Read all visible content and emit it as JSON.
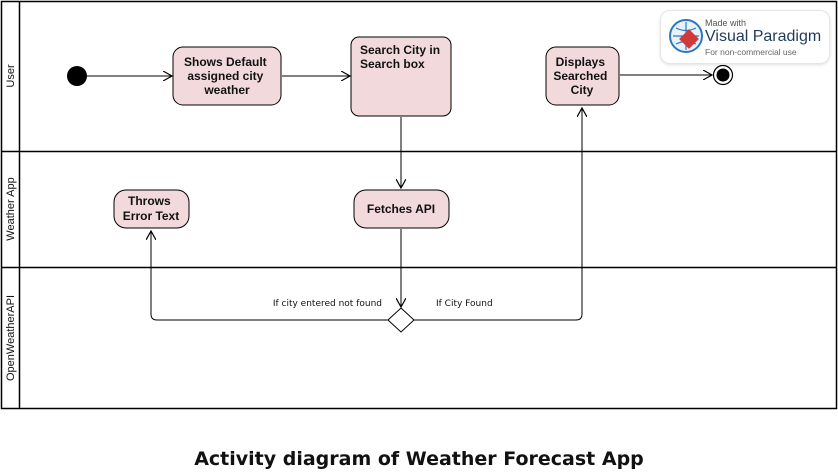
{
  "lanes": [
    "User",
    "Weather App",
    "OpenWeatherAPI"
  ],
  "nodes": {
    "default_weather": [
      "Shows Default",
      "assigned city",
      "weather"
    ],
    "search_city": [
      "Search City in",
      "Search box"
    ],
    "displays_city": [
      "Displays",
      "Searched",
      "City"
    ],
    "throws_error": [
      "Throws",
      "Error Text"
    ],
    "fetches_api": [
      "Fetches API"
    ]
  },
  "guards": {
    "not_found": "If city entered not found",
    "found": "If City Found"
  },
  "caption": "Activity diagram of Weather Forecast App",
  "watermark": {
    "made_with": "Made with",
    "brand": "Visual Paradigm",
    "note": "For non-commercial use"
  },
  "colors": {
    "node_fill": "#f2dadc",
    "stroke": "#000000"
  }
}
